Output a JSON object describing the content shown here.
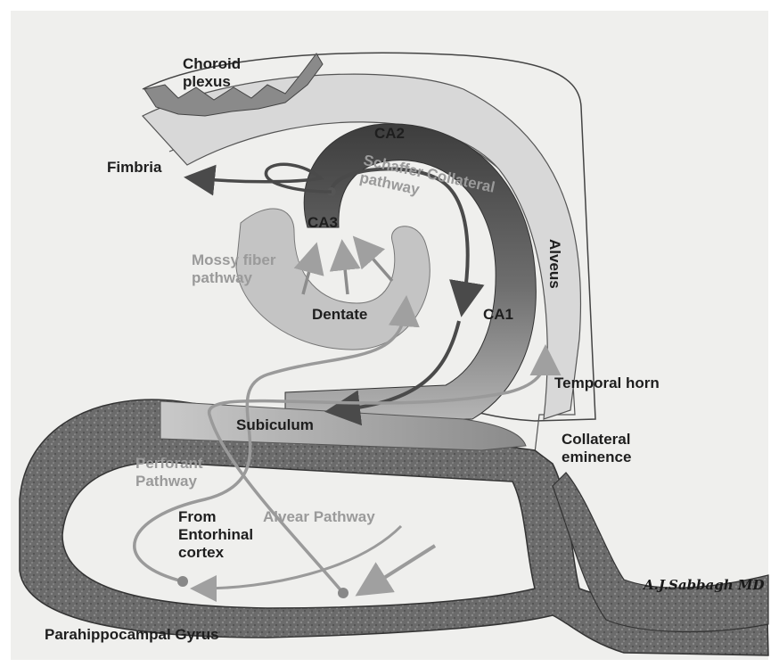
{
  "labels": {
    "choroid_plexus": "Choroid\nplexus",
    "fimbria": "Fimbria",
    "ca2": "CA2",
    "schaffer": "Schaffer Collateral\npathway",
    "ca3": "CA3",
    "mossy": "Mossy fiber\npathway",
    "dentate": "Dentate",
    "ca1": "CA1",
    "alveus": "Alveus",
    "temporal_horn": "Temporal horn",
    "subiculum": "Subiculum",
    "collateral_eminence": "Collateral\neminence",
    "perforant": "Perforant\nPathway",
    "from_entorhinal": "From\nEntorhinal\ncortex",
    "alvear": "Alvear Pathway",
    "parahippocampal": "Parahippocampal Gyrus",
    "signature": "A.J.Sabbagh MD"
  },
  "colors": {
    "background": "#f0f0ef",
    "gyrus_fill": "#6d6d6d",
    "ca_dark": "#3a3a3a",
    "ca_light": "#b9b9b9",
    "dentate_fill": "#c4c4c4",
    "arrow_dark": "#5a5a5a",
    "arrow_light": "#a8a8a8"
  }
}
